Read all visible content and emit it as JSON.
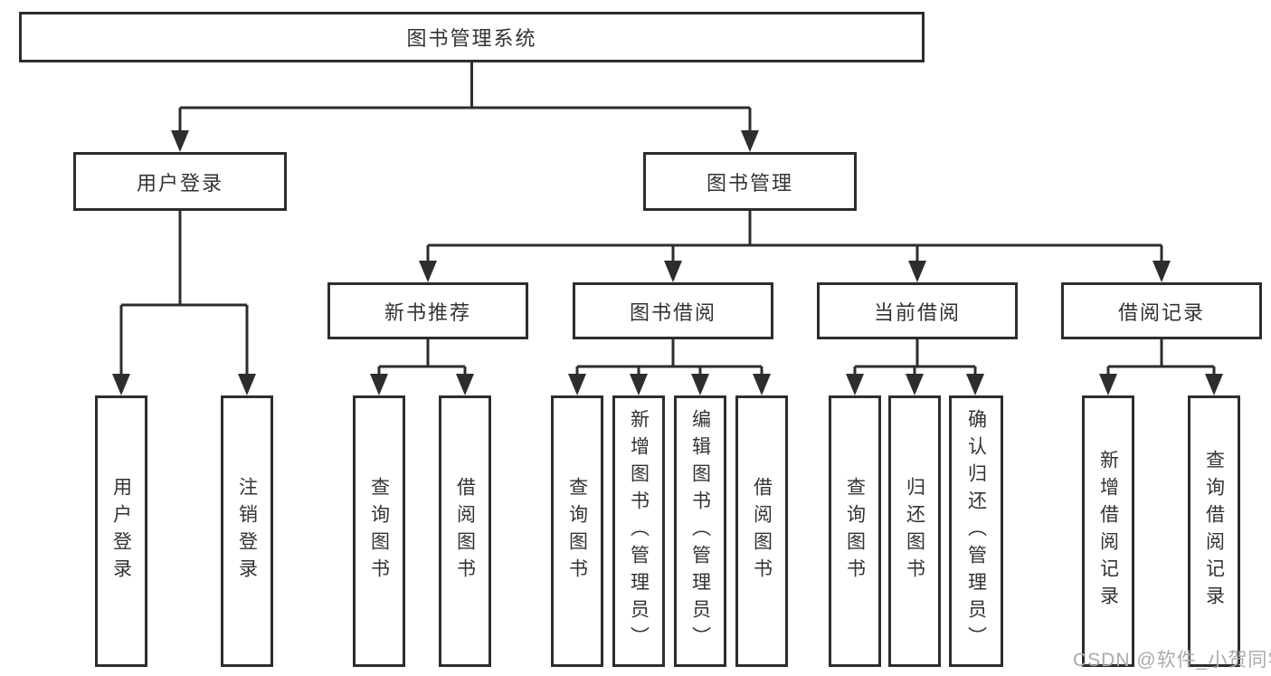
{
  "nodes": {
    "root": "图书管理系统",
    "user_login": "用户登录",
    "book_mgmt": "图书管理",
    "new_book_rec": "新书推荐",
    "book_borrow": "图书借阅",
    "current_borrow": "当前借阅",
    "borrow_record": "借阅记录",
    "user_login_leaf": "用户登录",
    "logout_leaf": "注销登录",
    "nb_query": "查询图书",
    "nb_borrow": "借阅图书",
    "bb_query": "查询图书",
    "bb_add": "新增图书（管理员）",
    "bb_edit": "编辑图书（管理员）",
    "bb_borrow": "借阅图书",
    "cb_query": "查询图书",
    "cb_return": "归还图书",
    "cb_confirm": "确认归还（管理员）",
    "br_add": "新增借阅记录",
    "br_query": "查询借阅记录"
  },
  "watermark": {
    "text": "CSDN @软件_小贺同学"
  },
  "colors": {
    "line": "#2d2d2d",
    "text": "#333333",
    "watermark": "#ababab",
    "background": "#ffffff"
  }
}
